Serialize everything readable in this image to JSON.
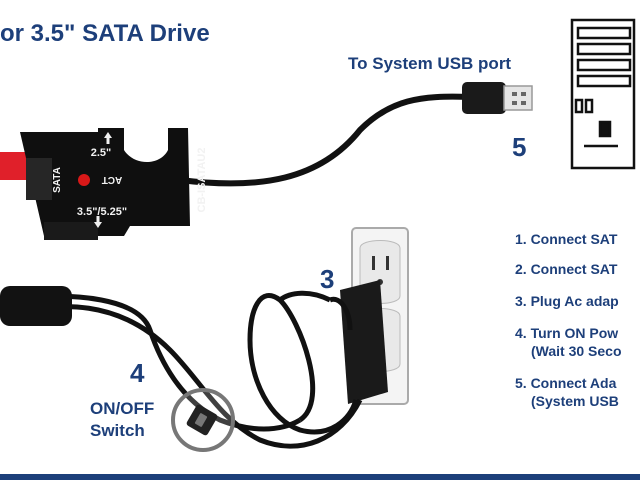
{
  "title": "or 3.5\" SATA Drive",
  "usb_label": "To System USB port",
  "adapter": {
    "model": "CB-ISATAU2",
    "sata": "SATA",
    "act": "ACT",
    "size_25": "2.5\"",
    "size_35": "3.5\"/5.25\""
  },
  "callouts": {
    "n3": "3",
    "n4": "4",
    "n5": "5"
  },
  "switch_label": {
    "line1": "ON/OFF",
    "line2": "Switch"
  },
  "steps": [
    {
      "line1": "1. Connect SAT",
      "line2": ""
    },
    {
      "line1": "2. Connect SAT",
      "line2": ""
    },
    {
      "line1": "3. Plug Ac adap",
      "line2": ""
    },
    {
      "line1": "4. Turn ON Pow",
      "line2": "(Wait 30 Seco"
    },
    {
      "line1": "5. Connect Ada",
      "line2": "(System USB"
    }
  ],
  "colors": {
    "blue": "#1d3f7a",
    "black": "#111111",
    "red": "#e0202a",
    "led": "#d81818",
    "bar": "#1d3f7a"
  },
  "icons": [
    "computer-tower-icon",
    "wall-outlet-icon",
    "usb-plug-icon",
    "power-adapter-icon",
    "up-arrow-icon",
    "down-arrow-icon"
  ]
}
